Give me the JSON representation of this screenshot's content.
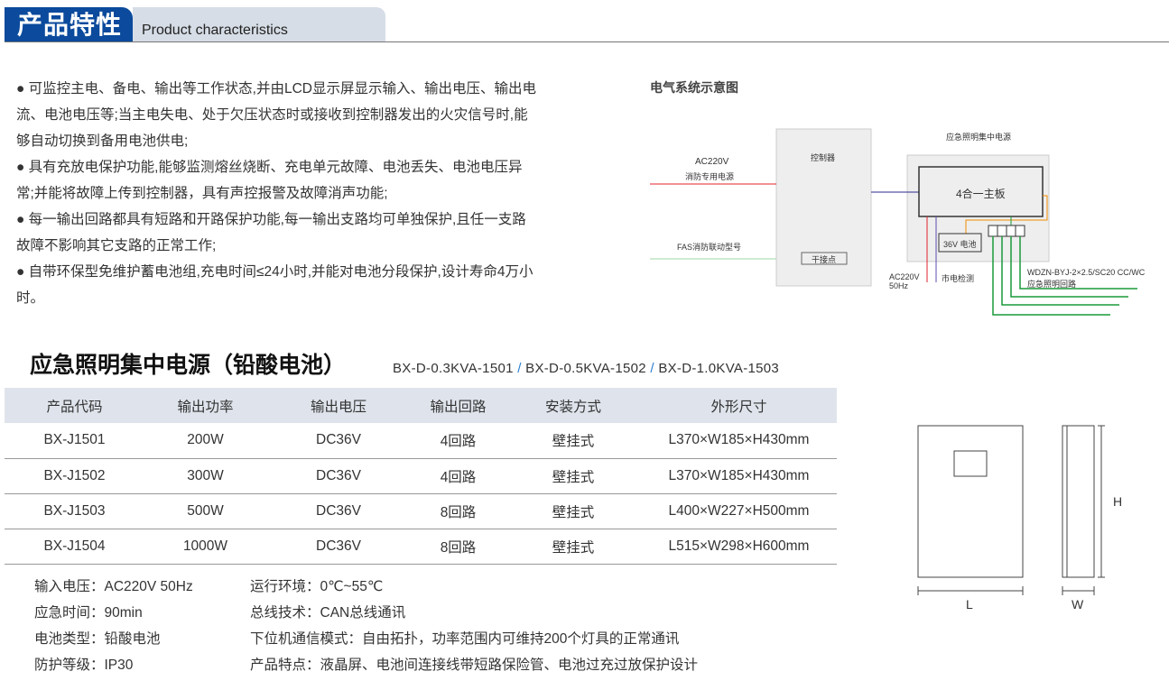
{
  "header": {
    "title_cn": "产品特性",
    "title_en": "Product characteristics"
  },
  "features": [
    "● 可监控主电、备电、输出等工作状态,并由LCD显示屏显示输入、输出电压、输出电流、电池电压等;当主电失电、处于欠压状态时或接收到控制器发出的火灾信号时,能够自动切换到备用电池供电;",
    "● 具有充放电保护功能,能够监测熔丝烧断、充电单元故障、电池丢失、电池电压异常;并能将故障上传到控制器，具有声控报警及故障消声功能;",
    "● 每一输出回路都具有短路和开路保护功能,每一输出支路均可单独保护,且任一支路故障不影响其它支路的正常工作;",
    "● 自带环保型免维护蓄电池组,充电时间≤24小时,并能对电池分段保护,设计寿命4万小时。"
  ],
  "diagram": {
    "title": "电气系统示意图",
    "ac_label": "AC220V",
    "ac_sub": "消防专用电源",
    "fas": "FAS消防联动型号",
    "controller": "控制器",
    "dry_contact": "干接点",
    "psu": "应急照明集中电源",
    "board": "4合一主板",
    "battery": "36V 电池",
    "ac_in": "AC220V",
    "ac_in_hz": "50Hz",
    "mains_detect": "市电检测",
    "cable": "WDZN-BYJ-2×2.5/SC20 CC/WC",
    "circuit": "应急照明回路"
  },
  "series": {
    "title": "应急照明集中电源（铅酸电池）",
    "models": [
      "BX-D-0.3KVA-1501",
      "BX-D-0.5KVA-1502",
      "BX-D-1.0KVA-1503"
    ],
    "sep": " / "
  },
  "table": {
    "headers": [
      "产品代码",
      "输出功率",
      "输出电压",
      "输出回路",
      "安装方式",
      "外形尺寸"
    ],
    "rows": [
      [
        "BX-J1501",
        "200W",
        "DC36V",
        "4回路",
        "壁挂式",
        "L370×W185×H430mm"
      ],
      [
        "BX-J1502",
        "300W",
        "DC36V",
        "4回路",
        "壁挂式",
        "L370×W185×H430mm"
      ],
      [
        "BX-J1503",
        "500W",
        "DC36V",
        "8回路",
        "壁挂式",
        "L400×W227×H500mm"
      ],
      [
        "BX-J1504",
        "1000W",
        "DC36V",
        "8回路",
        "壁挂式",
        "L515×W298×H600mm"
      ]
    ]
  },
  "specs_left": [
    "输入电压：AC220V 50Hz",
    "应急时间：90min",
    "电池类型：铅酸电池",
    "防护等级：IP30"
  ],
  "specs_right": [
    "运行环境：0℃~55℃",
    "总线技术：CAN总线通讯",
    "下位机通信模式：自由拓扑，功率范围内可维持200个灯具的正常通讯",
    "产品特点：液晶屏、电池间连接线带短路保险管、电池过充过放保护设计"
  ],
  "dims": {
    "h": "H",
    "l": "L",
    "w": "W"
  }
}
